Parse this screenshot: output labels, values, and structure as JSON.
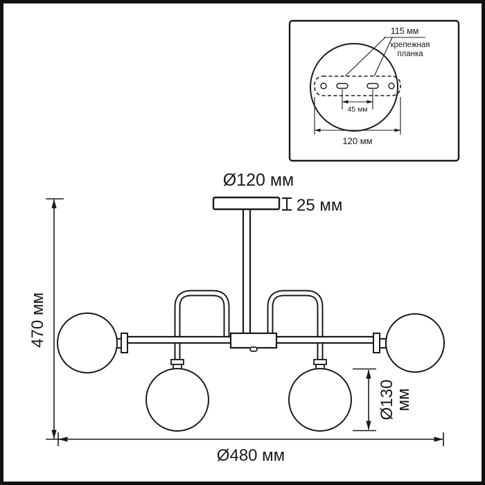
{
  "colors": {
    "line": "#1a1a1a",
    "background": "#ffffff"
  },
  "dimensions": {
    "canopy_diameter": "Ø120 мм",
    "canopy_height": "25 мм",
    "overall_height": "470 мм",
    "overall_width": "Ø480 мм",
    "shade_diameter_l1": "Ø130",
    "shade_diameter_l2": "мм"
  },
  "inset": {
    "offset_label": "115 мм",
    "part_label_l1": "крепежная",
    "part_label_l2": "планка",
    "hole_spacing_label": "45 мм",
    "plate_width_label": "120 мм"
  }
}
